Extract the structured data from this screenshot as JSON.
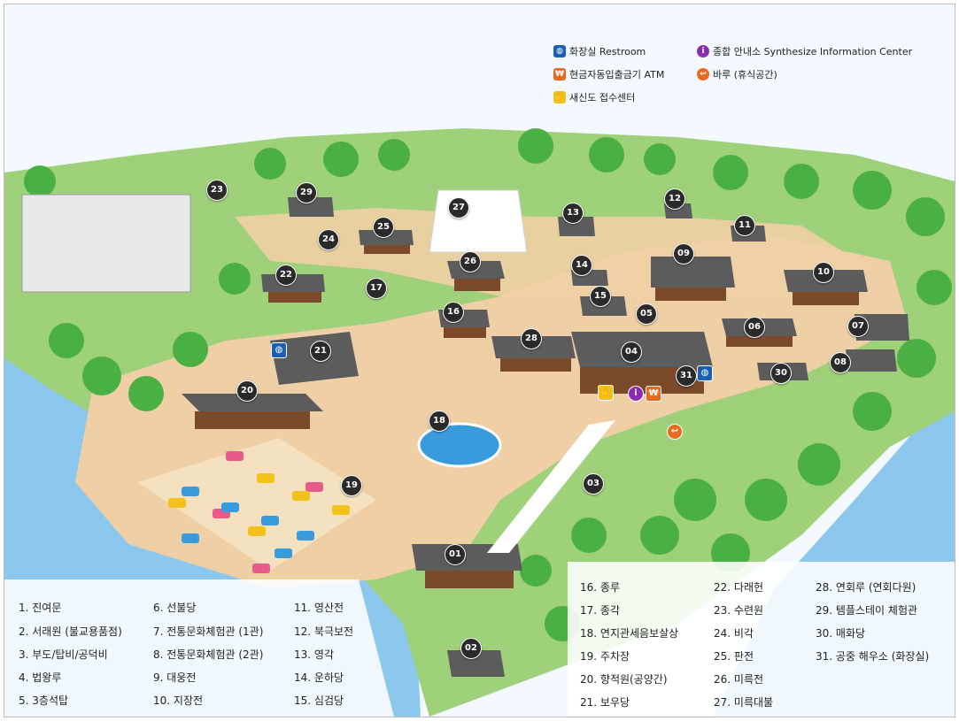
{
  "legend_top": {
    "restroom": "화장실 Restroom",
    "info": "종합 안내소 Synthesize Information Center",
    "atm": "현금자동입출금기 ATM",
    "rest": "바루 (휴식공간)",
    "reception": "새신도 접수센터"
  },
  "colors": {
    "restroom": "#1b5fb4",
    "info": "#8b2db3",
    "atm": "#e86a1c",
    "rest": "#e86a1c",
    "reception": "#f2c21b",
    "grass": "#9fd07a",
    "path": "#efcfa5",
    "water": "#8cc7ee"
  },
  "markers": [
    "01",
    "02",
    "03",
    "04",
    "05",
    "06",
    "07",
    "08",
    "09",
    "10",
    "11",
    "12",
    "13",
    "14",
    "15",
    "16",
    "17",
    "18",
    "19",
    "20",
    "21",
    "22",
    "23",
    "24",
    "25",
    "26",
    "27",
    "28",
    "29",
    "30",
    "31"
  ],
  "legend_items": [
    "1. 진여문",
    "2. 서래원 (불교용품점)",
    "3. 부도/탑비/공덕비",
    "4. 법왕루",
    "5. 3층석탑",
    "6. 선불당",
    "7. 전통문화체험관 (1관)",
    "8. 전통문화체험관 (2관)",
    "9. 대웅전",
    "10. 지장전",
    "11. 영산전",
    "12. 북극보전",
    "13. 영각",
    "14. 운하당",
    "15. 심검당",
    "16. 종루",
    "17. 종각",
    "18. 연지관세음보살상",
    "19. 주차장",
    "20. 향적원(공양간)",
    "21. 보우당",
    "22. 다래헌",
    "23. 수련원",
    "24. 비각",
    "25. 판전",
    "26. 미륵전",
    "27. 미륵대불",
    "28. 연회루 (연회다원)",
    "29. 템플스테이 체험관",
    "30. 매화당",
    "31. 공중 해우소 (화장실)"
  ]
}
